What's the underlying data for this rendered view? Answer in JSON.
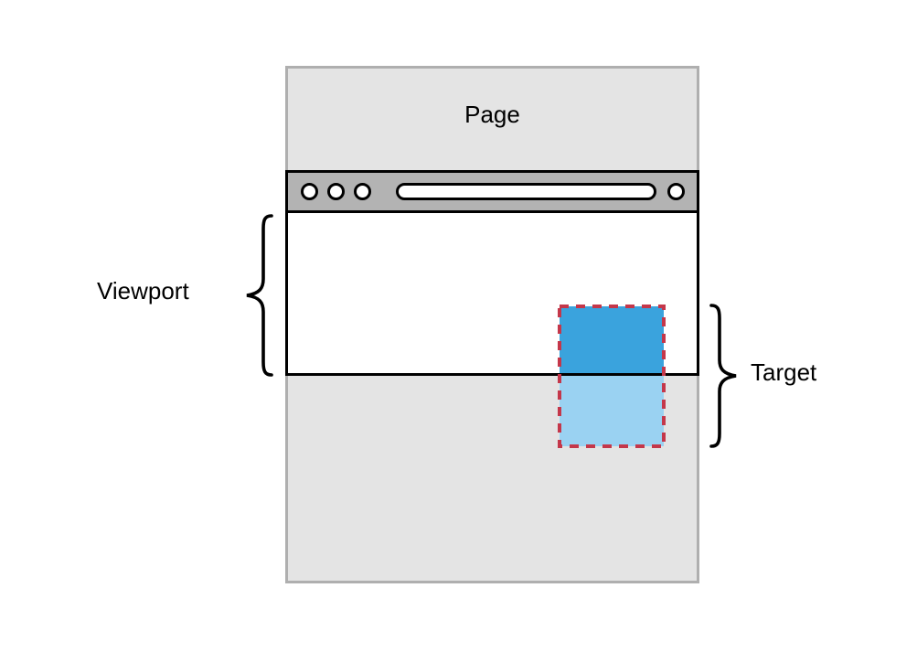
{
  "diagram": {
    "page_label": "Page",
    "viewport_label": "Viewport",
    "target_label": "Target"
  },
  "colors": {
    "page_fill": "#E4E4E4",
    "page_border": "#AFAFAF",
    "chrome_fill": "#B3B3B3",
    "chrome_border": "#000000",
    "viewport_fill": "#FFFFFF",
    "viewport_border": "#000000",
    "target_visible_fill": "#3AA3DD",
    "target_hidden_fill": "#9AD2F2",
    "target_dash": "#C4374A",
    "label_color": "#000000"
  }
}
